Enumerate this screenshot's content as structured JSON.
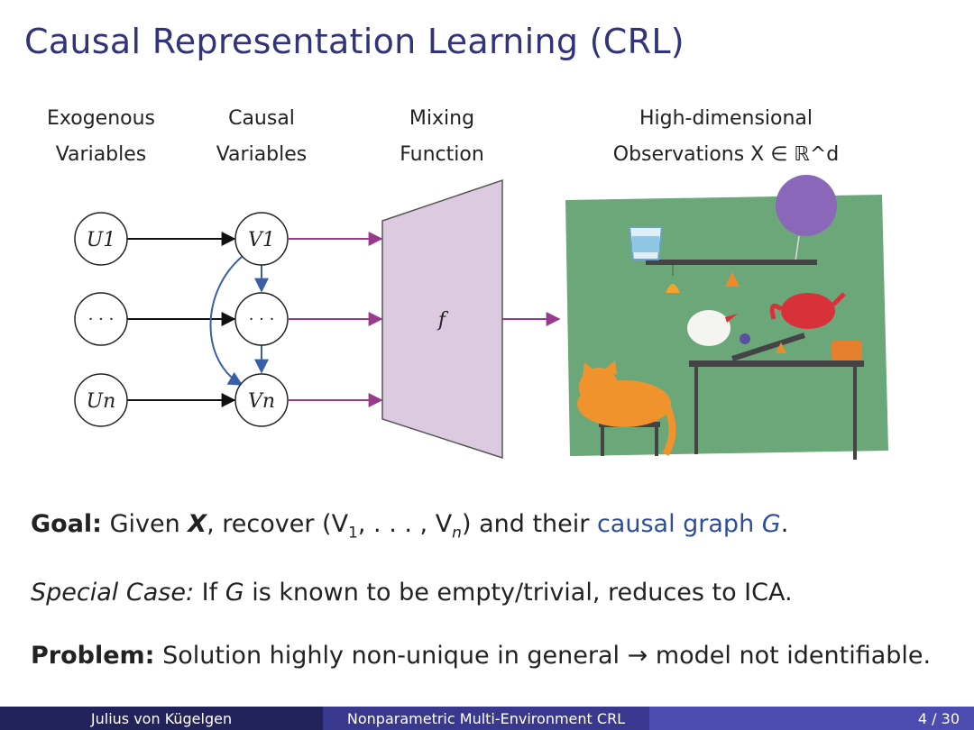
{
  "slide": {
    "title": "Causal Representation Learning (CRL)",
    "headers": {
      "exogenous": [
        "Exogenous",
        "Variables"
      ],
      "causal": [
        "Causal",
        "Variables"
      ],
      "mixing": [
        "Mixing",
        "Function"
      ],
      "observations": [
        "High-dimensional",
        "Observations X ∈ ℝ^d"
      ]
    },
    "nodes": {
      "u1": "U1",
      "u_dots": "· · ·",
      "un": "Un",
      "v1": "V1",
      "v_dots": "· · ·",
      "vn": "Vn",
      "f": "f"
    },
    "colors": {
      "title": "#33337a",
      "exo_arrow": "#111111",
      "causal_arrow": "#3a5ea8",
      "mix_arrow": "#9a3a8c",
      "mixing_fill": "#dccbe0",
      "scene_bg": "#6ca77a"
    },
    "goal": {
      "label": "Goal:",
      "text1": " Given ",
      "x": "X",
      "text2": ", recover (V",
      "sub1": "1",
      "text3": ", . . . , V",
      "subn": "n",
      "text4": ") and their ",
      "link": "causal graph",
      "g": " G",
      "end": "."
    },
    "special": {
      "label": "Special Case:",
      "text1": " If ",
      "g": "G",
      "text2": " is known to be empty/trivial, reduces to ICA."
    },
    "problem": {
      "label": "Problem:",
      "text": " Solution highly non-unique in general → model not identifiable."
    }
  },
  "footer": {
    "author": "Julius von Kügelgen",
    "talk": "Nonparametric Multi-Environment CRL",
    "page": "4 / 30"
  }
}
